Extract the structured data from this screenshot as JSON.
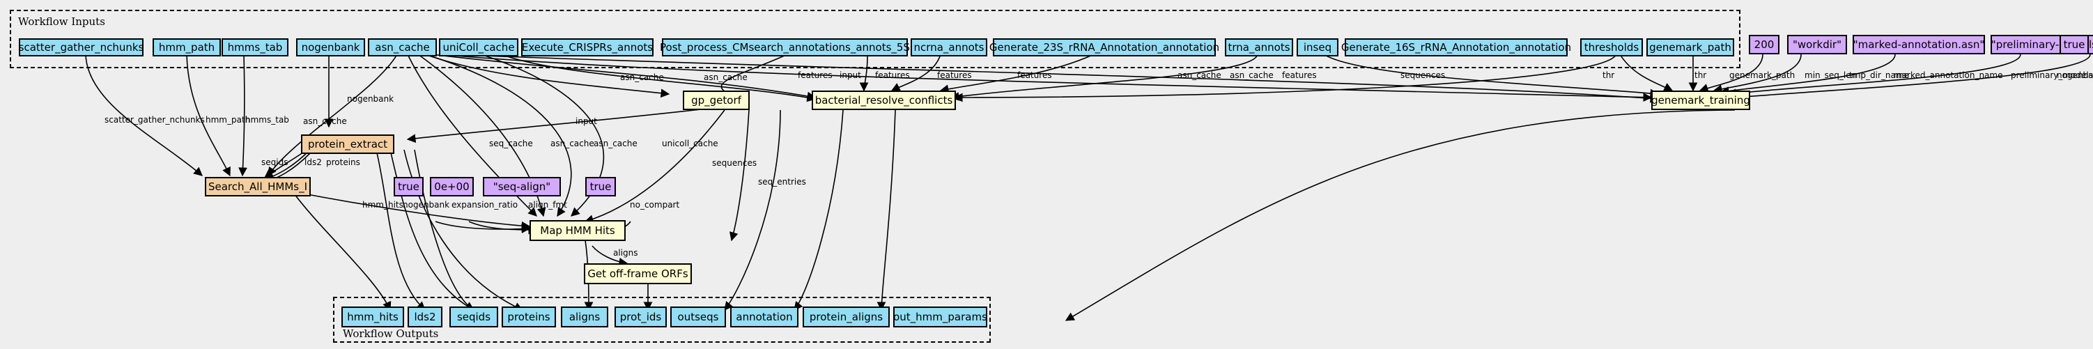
{
  "clusters": {
    "inputs_label": "Workflow Inputs",
    "outputs_label": "Workflow Outputs"
  },
  "nodes": {
    "scatter_gather_nchunks": "scatter_gather_nchunks",
    "hmm_path": "hmm_path",
    "hmms_tab": "hmms_tab",
    "nogenbank": "nogenbank",
    "asn_cache": "asn_cache",
    "uniColl_cache": "uniColl_cache",
    "Execute_CRISPRs_annots": "Execute_CRISPRs_annots",
    "Post_process_CMsearch_annotations_annots_5S": "Post_process_CMsearch_annotations_annots_5S",
    "ncrna_annots": "ncrna_annots",
    "Generate_23S_rRNA_Annotation_annotation": "Generate_23S_rRNA_Annotation_annotation",
    "trna_annots": "trna_annots",
    "inseq": "inseq",
    "Generate_16S_rRNA_Annotation_annotation": "Generate_16S_rRNA_Annotation_annotation",
    "thresholds": "thresholds",
    "genemark_path": "genemark_path",
    "p200": "200",
    "pworkdir": "\"workdir\"",
    "pmarked": "\"marked-annotation.asn\"",
    "pprelim": "\"preliminary-models.asn\"",
    "ptrue1": "true",
    "gp_getorf": "gp_getorf",
    "bacterial_resolve_conflicts": "bacterial_resolve_conflicts",
    "genemark_training": "genemark_training",
    "protein_extract": "protein_extract",
    "Search_All_HMMs_I": "Search_All_HMMs_I",
    "ptrue2": "true",
    "p0e00": "0e+00",
    "pseqalign": "\"seq-align\"",
    "ptrue3": "true",
    "Map_HMM_Hits": "Map HMM Hits",
    "Get_off_frame_ORFs": "Get off-frame ORFs",
    "out_hmm_hits": "hmm_hits",
    "out_lds2": "lds2",
    "out_seqids": "seqids",
    "out_proteins": "proteins",
    "out_aligns": "aligns",
    "out_prot_ids": "prot_ids",
    "out_outseqs": "outseqs",
    "out_annotation": "annotation",
    "out_protein_aligns": "protein_aligns",
    "out_out_hmm_params": "out_hmm_params"
  },
  "edge_labels": {
    "e1": "scatter_gather_nchunks",
    "e2": "hmm_path",
    "e3": "hmms_tab",
    "e4": "nogenbank",
    "e5": "asn_cache",
    "e6": "seq_cache",
    "e7": "asn_cache",
    "e8": "asn_cache",
    "e9": "unicoll_cache",
    "e10": "asn_cache",
    "e11": "asn_cache",
    "e12": "asn_cache",
    "e13": "asn_cache",
    "e14": "features",
    "e15": "input",
    "e16": "features",
    "e17": "features",
    "e18": "features",
    "e19": "features",
    "e20": "sequences",
    "e21": "thr",
    "e22": "thr",
    "e23": "genemark_path",
    "e24": "min_seq_len",
    "e25": "tmp_dir_name",
    "e26": "marked_annotation_name",
    "e27": "preliminary_models_name",
    "e28": "nogenbank",
    "e29": "input",
    "e30": "seqids",
    "e31": "lds2",
    "e32": "proteins",
    "e33": "sequences",
    "e34": "seq_entries",
    "e35": "hmm_hits",
    "e36": "nogenbank",
    "e37": "expansion_ratio",
    "e38": "align_fmt",
    "e39": "no_compart",
    "e40": "aligns"
  },
  "colors": {
    "input_output": "#94ddf4",
    "param": "#d3a9fa",
    "step": "#fdfdd4",
    "subworkflow": "#f3cea1",
    "background": "#eeeeee"
  }
}
